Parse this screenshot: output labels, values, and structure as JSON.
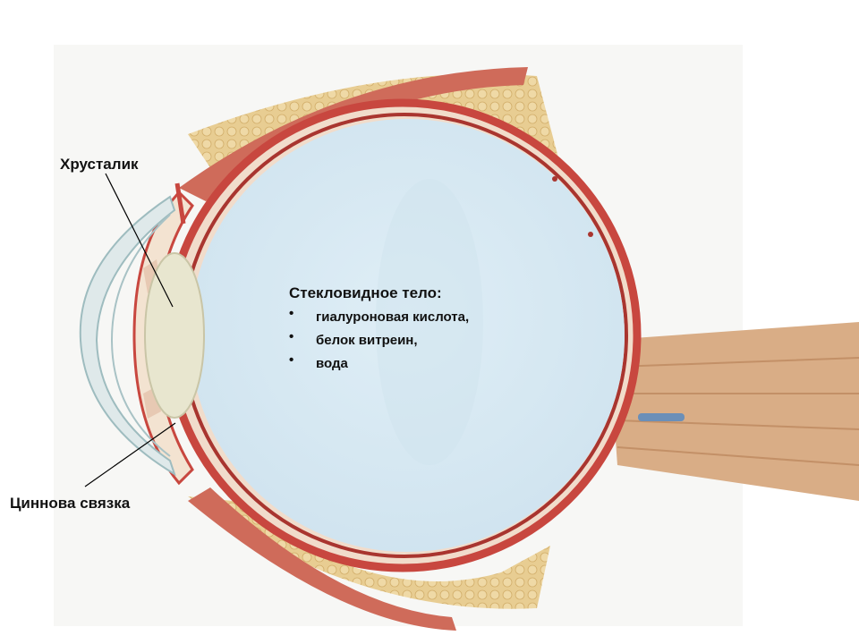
{
  "labels": {
    "lens": "Хрусталик",
    "zonule": "Циннова связка"
  },
  "vitreous": {
    "title": "Стекловидное тело:",
    "items": [
      "гиалуроновая кислота,",
      "белок витреин,",
      "вода"
    ]
  },
  "colors": {
    "sclera": "#c8473f",
    "choroid": "#a9352f",
    "vitreous_fill": "#d9e9f3",
    "lens_fill": "#e8e6cf",
    "fat": "#e6c98c",
    "muscle": "#cf6b5a",
    "optic_nerve": "#d7a77f",
    "cornea": "#dfe9ea"
  }
}
